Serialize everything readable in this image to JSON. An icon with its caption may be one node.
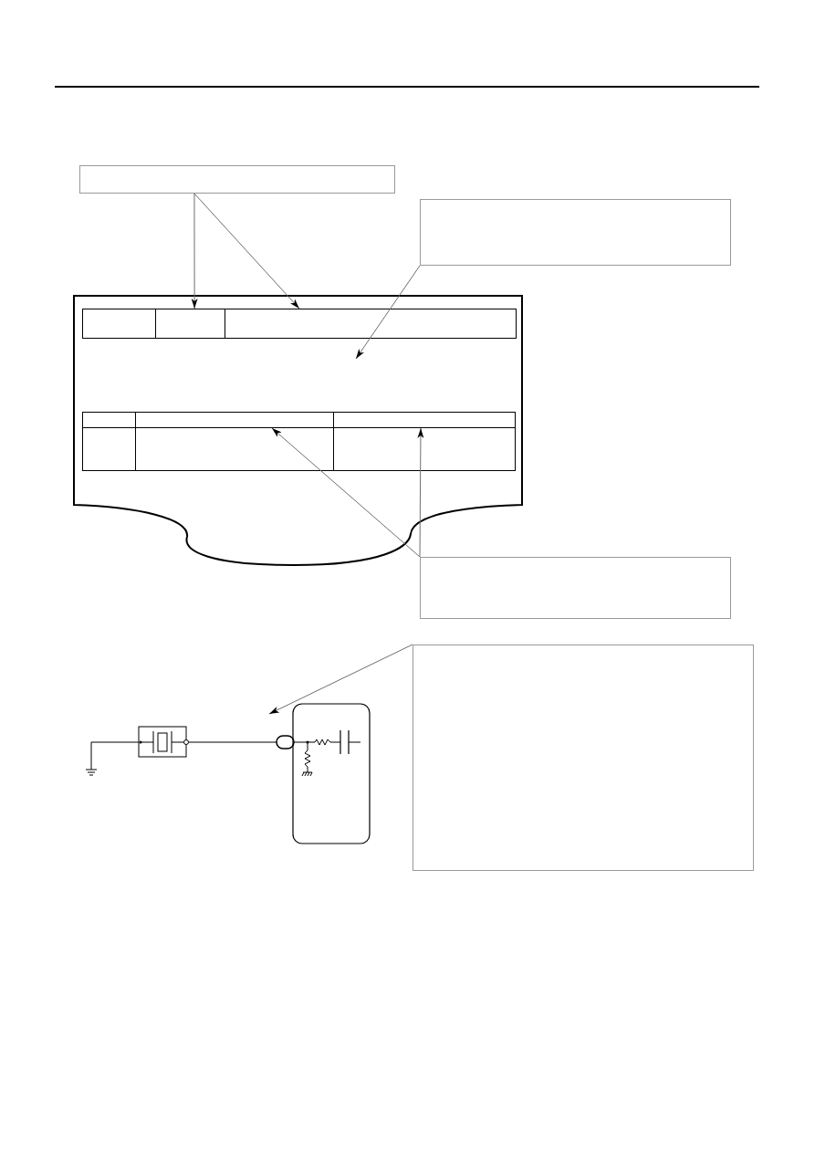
{
  "diagram": {
    "nodes": [
      {
        "text": [],
        "shape": "box"
      },
      {
        "text": [],
        "shape": "box"
      },
      {
        "text": [],
        "shape": "document"
      },
      {
        "text": [],
        "shape": "box",
        "in": 2
      },
      {
        "text": [],
        "shape": "box",
        "in": 2
      },
      {
        "text": [],
        "shape": "box",
        "in": 2
      },
      {
        "text": [],
        "shape": "box",
        "in": 2
      },
      {
        "text": [],
        "shape": "box",
        "in": 2
      },
      {
        "text": [],
        "shape": "box",
        "in": 2
      },
      {
        "text": [],
        "shape": "box",
        "in": 2
      },
      {
        "text": [],
        "shape": "box",
        "in": 2
      },
      {
        "text": [],
        "shape": "box",
        "in": 2
      },
      {
        "text": [],
        "shape": "box"
      },
      {
        "text": [],
        "shape": "box"
      }
    ],
    "edges": [
      {
        "from": 0,
        "to": 4,
        "arrow": "to"
      },
      {
        "from": 0,
        "to": 5,
        "arrow": "to"
      },
      {
        "from": 1,
        "to": 2,
        "arrow": "to"
      },
      {
        "from": 12,
        "to": 7,
        "arrow": "to"
      },
      {
        "from": 12,
        "to": 8,
        "arrow": "to"
      },
      {
        "from": 13,
        "to": null,
        "arrow": "to"
      }
    ]
  }
}
